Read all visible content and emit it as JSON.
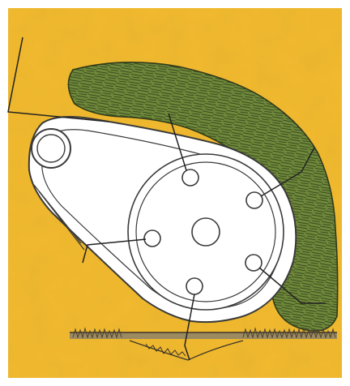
{
  "figure": {
    "kind": "labeled mechanism illustration without printed text",
    "palette": {
      "background": "#f2b92e",
      "frame": "#ffffff",
      "crop": "#6f8a3a",
      "crop_stroke": "#2f3a1c",
      "machine_fill": "#ffffff",
      "outline": "#3a3a3a",
      "leader_line": "#222222",
      "stubble": "#7a6f52"
    },
    "parts": {
      "housing": "housing",
      "drum": "rotor-drum",
      "hub": "drum-hub",
      "tines": [
        "tine-top",
        "tine-right-upper",
        "tine-left",
        "tine-right-lower",
        "tine-bottom"
      ],
      "roller": "front-roller"
    },
    "leader_lines_count": 7
  }
}
